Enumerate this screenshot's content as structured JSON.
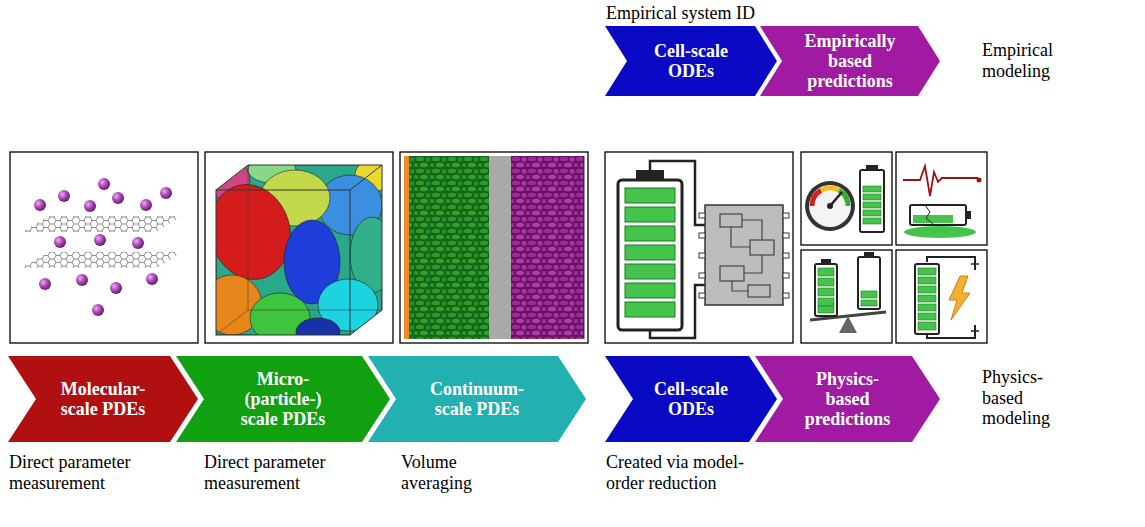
{
  "diagram": {
    "nodes": [
      {
        "text": [
          "Cell-scale ODEs"
        ]
      },
      {
        "text": [
          "Empirically based predictions"
        ]
      },
      {
        "text": [
          "Molecular- scale PDEs"
        ]
      },
      {
        "text": [
          "Micro- (particle-) scale PDEs"
        ]
      },
      {
        "text": [
          "Continuum- scale PDEs"
        ]
      },
      {
        "text": [
          "Cell-scale ODEs"
        ]
      },
      {
        "text": [
          "Physics- based predictions"
        ]
      }
    ],
    "labels": [
      "Empirical system ID",
      "Empirical modeling",
      "Physics- based modeling",
      "Direct parameter measurement",
      "Direct parameter measurement",
      "Volume averaging",
      "Created via model- order reduction"
    ]
  }
}
